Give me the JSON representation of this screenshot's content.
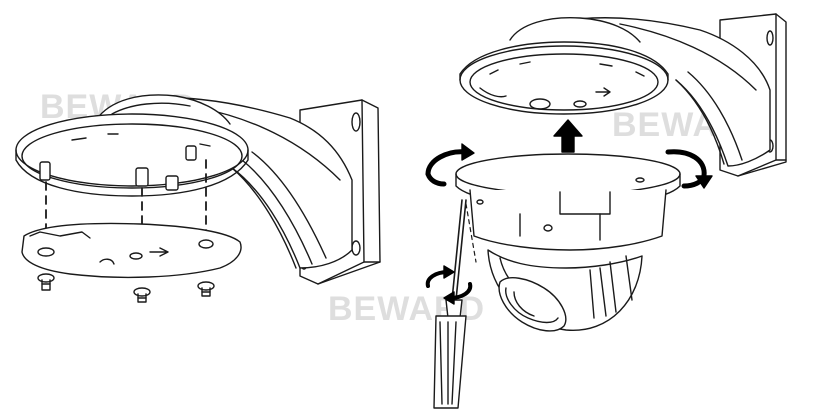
{
  "watermarks": {
    "left": "BEWARD",
    "right": "BEWARD",
    "bottom": "BEWARD"
  },
  "colors": {
    "line": "#1a1a1a",
    "watermark": "#d9d9d9",
    "arrow": "#000000",
    "background": "#ffffff"
  },
  "icons": [
    "wall-mount-bracket",
    "mounting-plate",
    "screw",
    "dome-camera",
    "screwdriver",
    "rotate-clockwise-arrow",
    "rotate-counterclockwise-arrow",
    "up-arrow"
  ]
}
